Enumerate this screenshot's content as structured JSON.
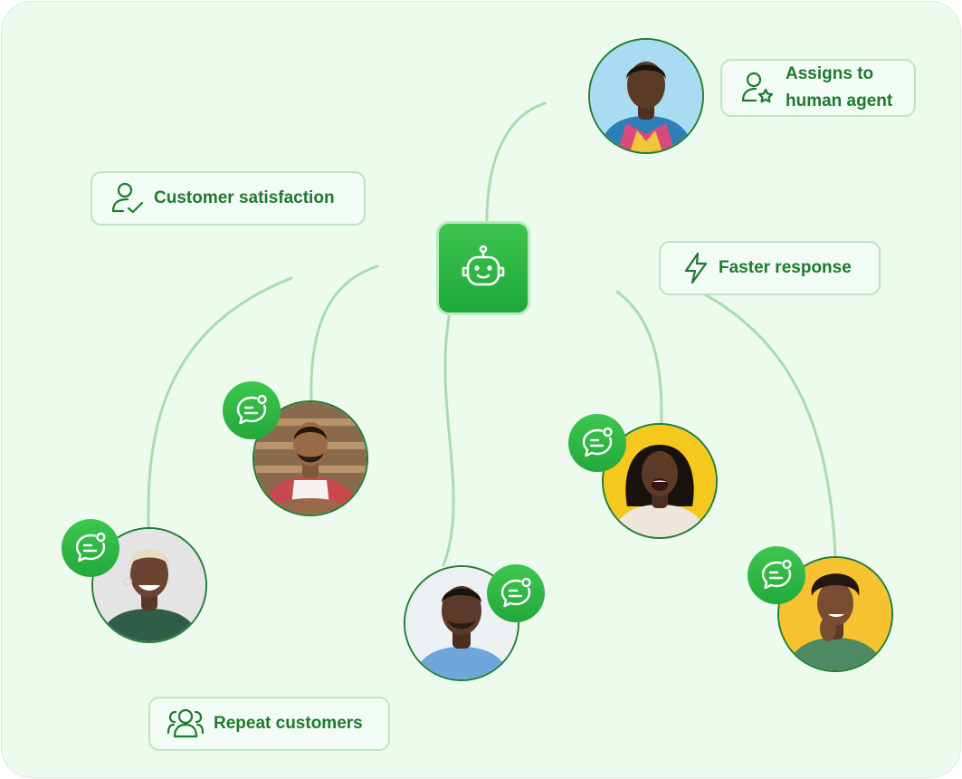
{
  "labels": {
    "assigns_line1": "Assigns to",
    "assigns_line2": "human agent",
    "customer_satisfaction": "Customer satisfaction",
    "faster_response": "Faster response",
    "repeat_customers": "Repeat customers"
  },
  "icons": {
    "central": "robot-icon",
    "assigns": "user-star-icon",
    "customer_satisfaction": "user-check-icon",
    "faster_response": "lightning-icon",
    "repeat_customers": "users-group-icon",
    "badge": "chat-bubble-icon"
  },
  "colors": {
    "card_background": "#edfbee",
    "accent_green": "#22a93a",
    "label_text": "#1d7a2e",
    "pill_border": "#bfe3c3",
    "connector": "#a9dcb1"
  },
  "avatars": [
    {
      "id": "human-agent",
      "background": "#a9dcf2",
      "skin": "#5b3a26",
      "shirt": "#2e7fb8"
    },
    {
      "id": "customer-apron",
      "background": "#8a6a4c",
      "skin": "#9a6a48",
      "shirt": "#c8484f"
    },
    {
      "id": "customer-blonde",
      "background": "#e4e4e4",
      "skin": "#6b4330",
      "shirt": "#2f5d48"
    },
    {
      "id": "customer-blue-shirt",
      "background": "#eef1f4",
      "skin": "#5a3a28",
      "shirt": "#6ea6dc"
    },
    {
      "id": "customer-yellow-left",
      "background": "#f5c81e",
      "skin": "#5b3a28",
      "shirt": "#ece6dc"
    },
    {
      "id": "customer-yellow-right",
      "background": "#f6c230",
      "skin": "#7a4c32",
      "shirt": "#4d8a64"
    }
  ]
}
